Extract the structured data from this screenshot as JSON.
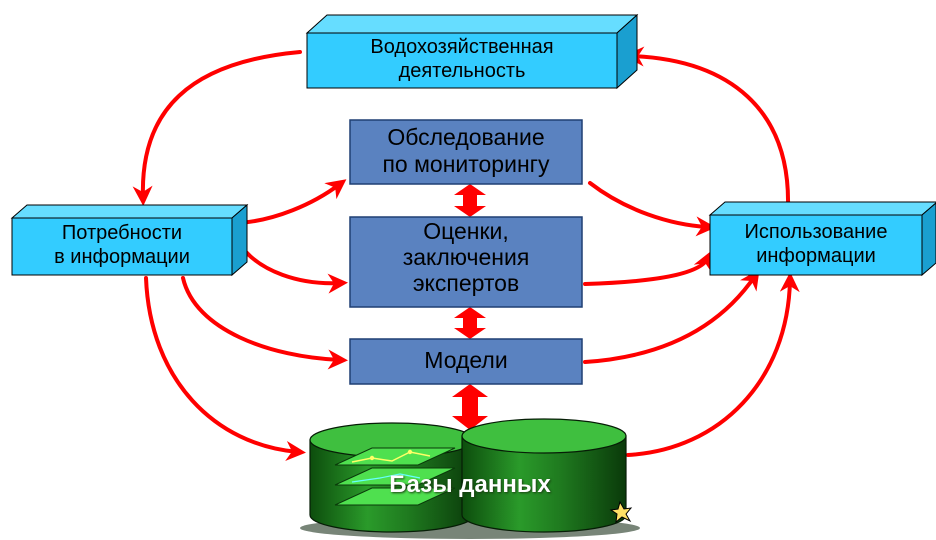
{
  "colors": {
    "box_cyan_front": "#33ccff",
    "box_cyan_top": "#66ddff",
    "box_cyan_side": "#1a9fd0",
    "box_blue": "#5a82c0",
    "arrow": "#ff0000",
    "db_green": "#1f7a1f",
    "db_green_dark": "#0d4d0d",
    "db_green_light": "#3fbf3f"
  },
  "icons": {
    "arrow_style": "red curved arrow",
    "double_arrow": "red vertical double-headed arrow",
    "database": "green stacked cylinders",
    "spark": "sparkle-icon"
  },
  "nodes": {
    "water_activity": {
      "line1": "Водохозяйственная",
      "line2": "деятельность"
    },
    "info_needs": {
      "line1": "Потребности",
      "line2": "в информации"
    },
    "info_use": {
      "line1": "Использование",
      "line2": "информации"
    },
    "survey": {
      "line1": "Обследование",
      "line2": "по мониторингу"
    },
    "expert_assessments": {
      "line1": "Оценки,",
      "line2": "заключения",
      "line3": "экспертов"
    },
    "models": {
      "label": "Модели"
    },
    "databases": {
      "label": "Базы данных"
    }
  }
}
